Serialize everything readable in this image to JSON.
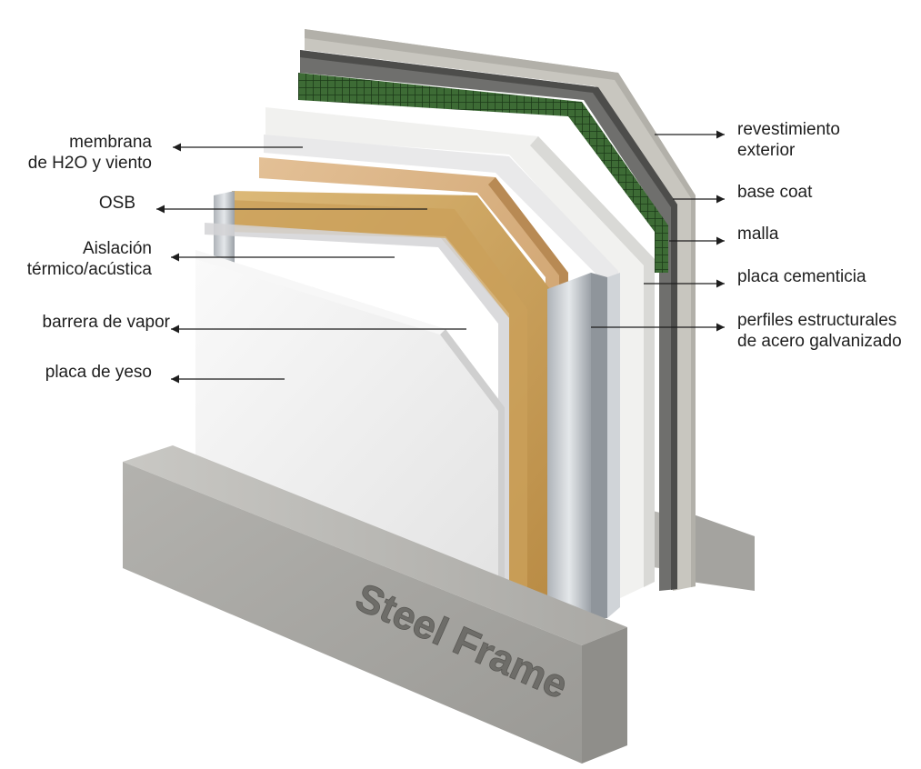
{
  "labels": {
    "left": [
      {
        "id": "membrana",
        "lines": [
          "membrana",
          "de H2O y viento"
        ]
      },
      {
        "id": "osb",
        "lines": [
          "OSB"
        ]
      },
      {
        "id": "aislacion",
        "lines": [
          "Aislación",
          "térmico/acústica"
        ]
      },
      {
        "id": "barrera",
        "lines": [
          "barrera de vapor"
        ]
      },
      {
        "id": "yeso",
        "lines": [
          "placa de yeso"
        ]
      }
    ],
    "right": [
      {
        "id": "revestimiento",
        "lines": [
          "revestimiento",
          "exterior"
        ]
      },
      {
        "id": "basecoat",
        "lines": [
          "base coat"
        ]
      },
      {
        "id": "malla",
        "lines": [
          "malla"
        ]
      },
      {
        "id": "cementicia",
        "lines": [
          "placa cementicia"
        ]
      },
      {
        "id": "perfiles",
        "lines": [
          "perfiles estructurales",
          "de acero galvanizado"
        ]
      }
    ]
  },
  "engraving": "Steel Frame",
  "colors": {
    "concrete": "#b9b8b4",
    "render": "#c8c6bf",
    "base_coat": "#6f6f6d",
    "mesh": "#2f5a2a",
    "cement_board": "#f1f1ef",
    "membrane": "#e9e9ea",
    "osb": "#d8b17e",
    "insulation": "#d2a85c",
    "steel": "#c7cbcf",
    "gypsum": "#f4f4f4",
    "text": "#1e1e1e"
  }
}
